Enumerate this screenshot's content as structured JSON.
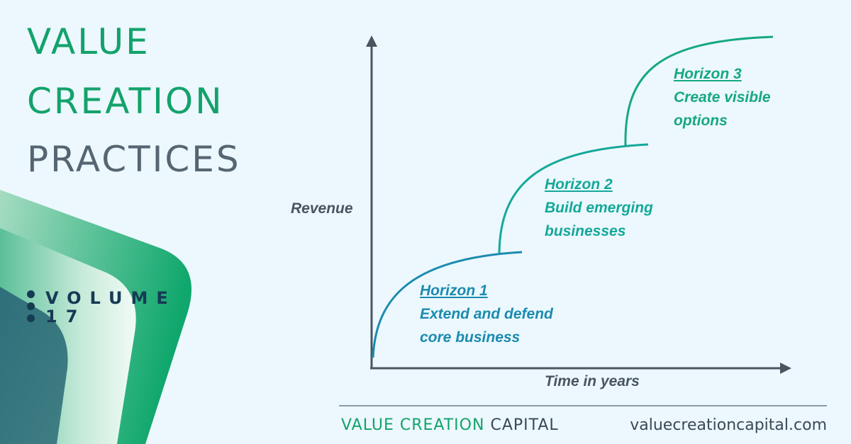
{
  "title": {
    "line1": "VALUE",
    "line2": "CREATION",
    "line3": "PRACTICES"
  },
  "volume": {
    "label": "VOLUME 17"
  },
  "diagram": {
    "y_label": "Revenue",
    "x_label": "Time in years",
    "horizons": [
      {
        "name": "Horizon 1",
        "desc": "Extend and defend core business",
        "color": "#1b8bb0"
      },
      {
        "name": "Horizon 2",
        "desc": "Build emerging businesses",
        "color": "#14a89a"
      },
      {
        "name": "Horizon 3",
        "desc": "Create visible options",
        "color": "#16a880"
      }
    ]
  },
  "footer": {
    "brand_part1": "VALUE CREATION",
    "brand_part2": "CAPITAL",
    "website": "valuecreationcapital.com"
  },
  "colors": {
    "green": "#13a26b",
    "gray": "#566572",
    "navy": "#173a55",
    "background": "#ecf8fd"
  }
}
